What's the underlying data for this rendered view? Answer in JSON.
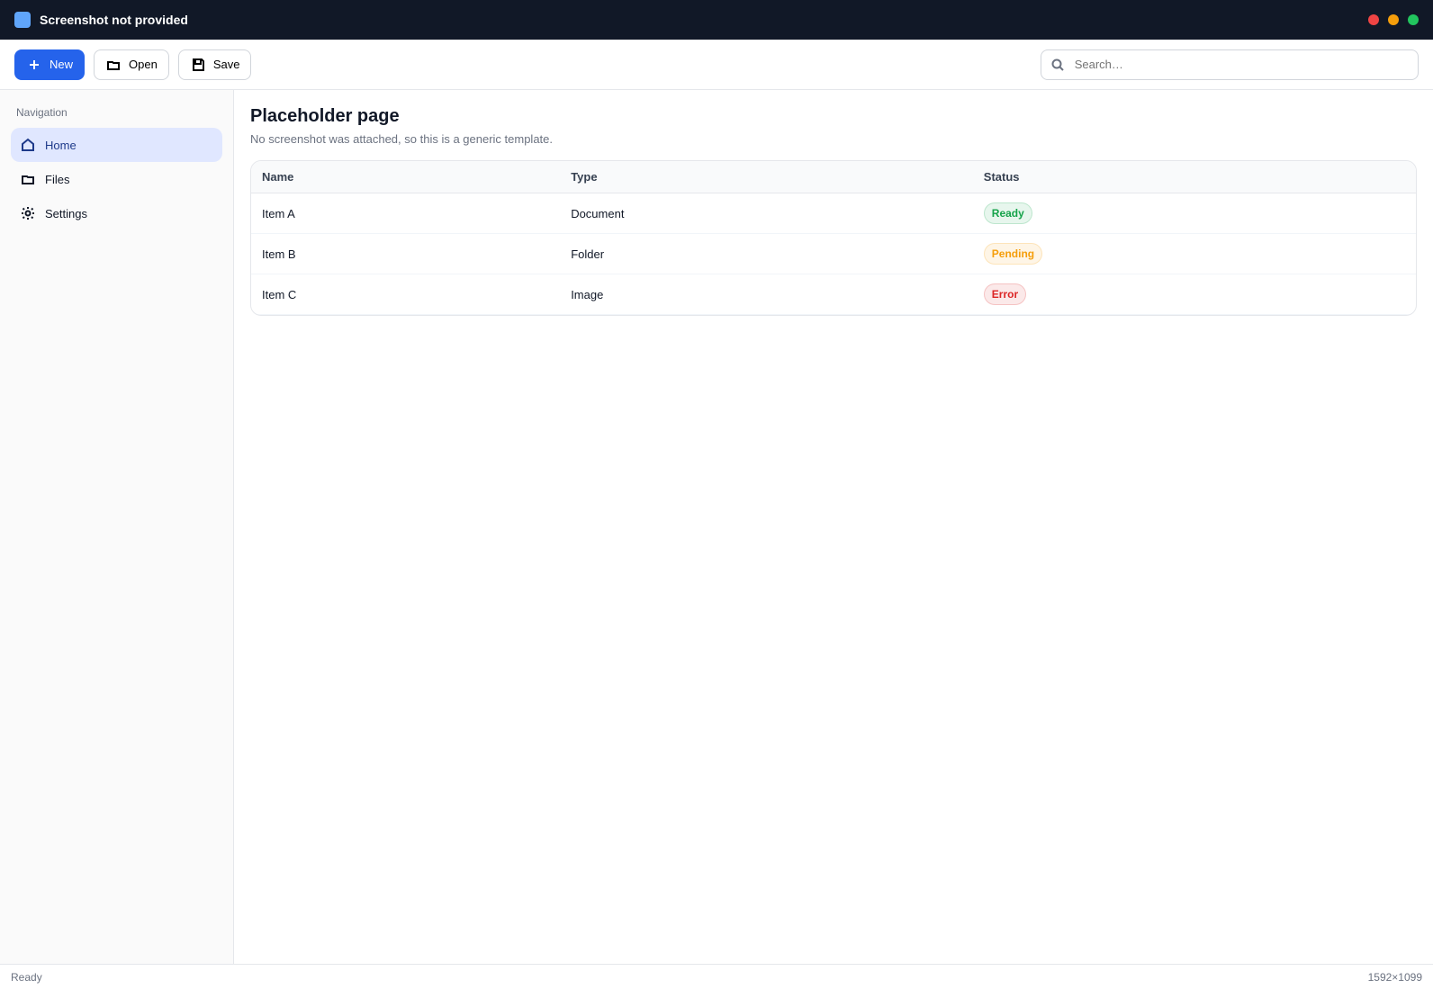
{
  "app": {
    "title": "Screenshot not provided",
    "accent": "#2563eb"
  },
  "window": {
    "controls": [
      {
        "name": "close",
        "color": "#ef4444"
      },
      {
        "name": "minimize",
        "color": "#f59e0b"
      },
      {
        "name": "maximize",
        "color": "#22c55e"
      }
    ]
  },
  "toolbar": {
    "new_label": "New",
    "open_label": "Open",
    "save_label": "Save",
    "search": {
      "placeholder": "Search…",
      "value": ""
    }
  },
  "sidebar": {
    "header": "Navigation",
    "items": [
      {
        "label": "Home",
        "icon": "home-icon"
      },
      {
        "label": "Files",
        "icon": "folder-icon"
      },
      {
        "label": "Settings",
        "icon": "gear-icon"
      }
    ],
    "active_index": 0
  },
  "main": {
    "title": "Placeholder page",
    "subtitle": "No screenshot was attached, so this is a generic template.",
    "table": {
      "columns": [
        "Name",
        "Type",
        "Status"
      ],
      "rows": [
        [
          "Item A",
          "Document",
          "Ready"
        ],
        [
          "Item B",
          "Folder",
          "Pending"
        ],
        [
          "Item C",
          "Image",
          "Error"
        ]
      ],
      "status_colors": {
        "Ready": "#16a34a",
        "Pending": "#f59e0b",
        "Error": "#dc2626"
      }
    }
  },
  "statusbar": {
    "left": "Ready",
    "right": "1592×1099"
  }
}
